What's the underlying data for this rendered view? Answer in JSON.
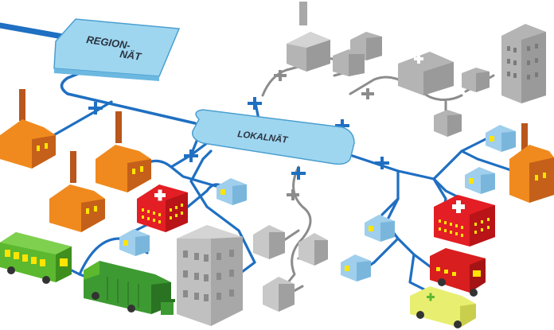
{
  "hubs": {
    "region": {
      "line1": "REGION-",
      "line2": "NÄT"
    },
    "local": {
      "label": "LOKALNÄT"
    }
  },
  "colors": {
    "pipe_blue": "#1f6fc2",
    "pipe_gray": "#8c8c8c",
    "hub_fill": "#9fd6ef",
    "hub_stroke": "#4a9fd0",
    "factory_orange": "#f08a1e",
    "factory_dark": "#c5601a",
    "chimney": "#b8561c",
    "house_blue": "#9fcfec",
    "window_yellow": "#ffe400",
    "hospital_red": "#e31e24",
    "bus_green": "#5cb82e",
    "garbage_truck_green": "#3d9a32",
    "fire_truck_red": "#d81e1e",
    "ambulance_yellow": "#e8ef70",
    "building_gray": "#b4b4b4"
  },
  "icons": [
    "factory-icon",
    "house-icon",
    "hospital-icon",
    "apartment-block-icon",
    "bus-icon",
    "garbage-truck-icon",
    "fire-truck-icon",
    "ambulance-icon",
    "valve-icon",
    "waste-bin-icon"
  ]
}
